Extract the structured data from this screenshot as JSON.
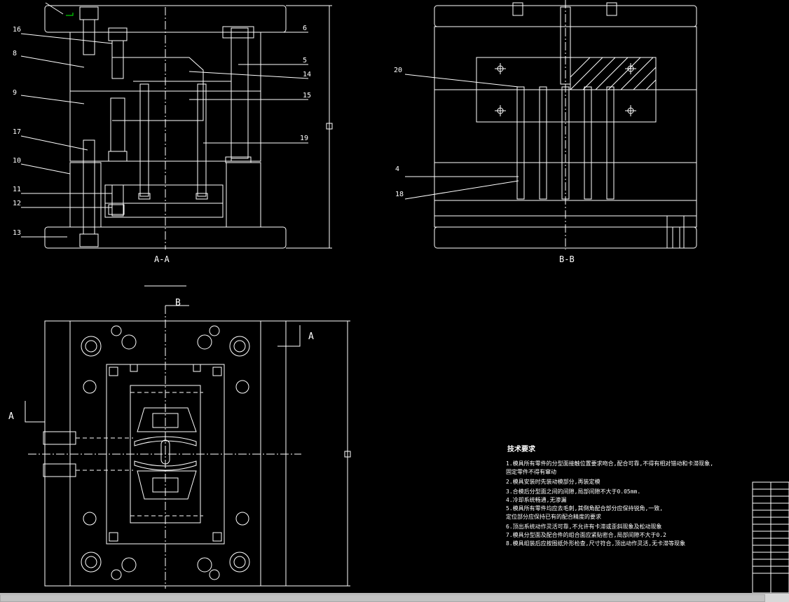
{
  "drawing": {
    "section_aa_title": "A-A",
    "section_bb_title": "B-B",
    "section_marker_a": "A",
    "section_marker_b": "B",
    "part_labels_aa": [
      "16",
      "8",
      "9",
      "17",
      "10",
      "11",
      "12",
      "13",
      "6",
      "5",
      "14",
      "15",
      "19"
    ],
    "part_labels_bb": [
      "20",
      "4",
      "18"
    ],
    "technical_requirements": {
      "title": "技术要求",
      "lines": [
        "1.模具所有零件的分型面接触位置要求吻合,配合可靠,不得有相对错动和卡滞现象,",
        "   固定零件不得有窜动",
        "2.模具安装时先装动模部分,再装定模",
        "3.合模后分型面之间的间隙,局部间隙不大于0.05mm.",
        "4.冷却系统畅通,无渗漏",
        "5.模具所有零件均应去毛刺,其倒角配合部分应保持锐角,一致,",
        "   定位部分应保持已有的配合精度的要求",
        "6.顶出系统动作灵活可靠,不允许有卡滞或歪斜现象及松动现象",
        "7.模具分型面及配合件的组合面应紧贴密合,局部间隙不大于0.2",
        "8.模具组装后应按图纸外形检查,尺寸符合,顶出动作灵活,无卡滞等现象"
      ]
    }
  },
  "colors": {
    "line": "#ffffff",
    "background": "#000000",
    "accent": "#00ff00"
  },
  "ui": {
    "scrollbar": "horizontal-scrollbar"
  }
}
